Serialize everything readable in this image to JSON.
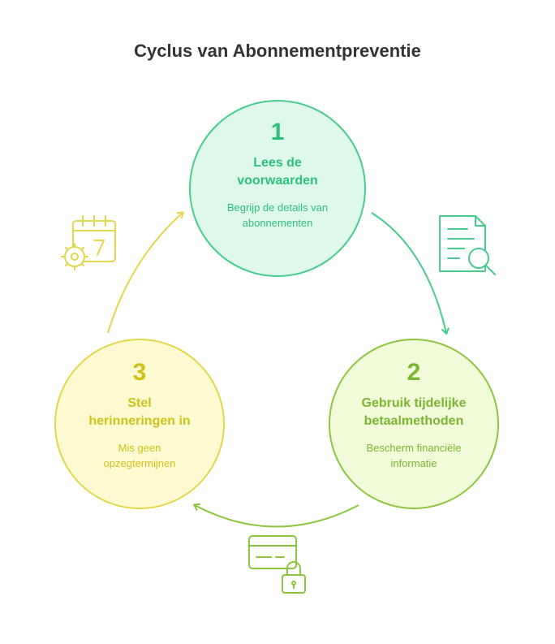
{
  "title": "Cyclus van Abonnementpreventie",
  "steps": [
    {
      "number": "1",
      "title_lines": [
        "Lees de",
        "voorwaarden"
      ],
      "desc_lines": [
        "Begrijp de details van",
        "abonnementen"
      ],
      "icon": "document-search-icon",
      "colors": {
        "fill": "#dff8ec",
        "stroke": "#47cc8c",
        "text": "#2fbf7c"
      }
    },
    {
      "number": "2",
      "title_lines": [
        "Gebruik tijdelijke",
        "betaalmethoden"
      ],
      "desc_lines": [
        "Bescherm financiële",
        "informatie"
      ],
      "icon": "credit-card-lock-icon",
      "colors": {
        "fill": "#f1fbd9",
        "stroke": "#8cc63f",
        "text": "#7ab631"
      }
    },
    {
      "number": "3",
      "title_lines": [
        "Stel",
        "herinneringen in"
      ],
      "desc_lines": [
        "Mis geen",
        "opzegtermijnen"
      ],
      "icon": "calendar-gear-icon",
      "colors": {
        "fill": "#fdfad2",
        "stroke": "#e2d64a",
        "text": "#cfc21a"
      }
    }
  ]
}
